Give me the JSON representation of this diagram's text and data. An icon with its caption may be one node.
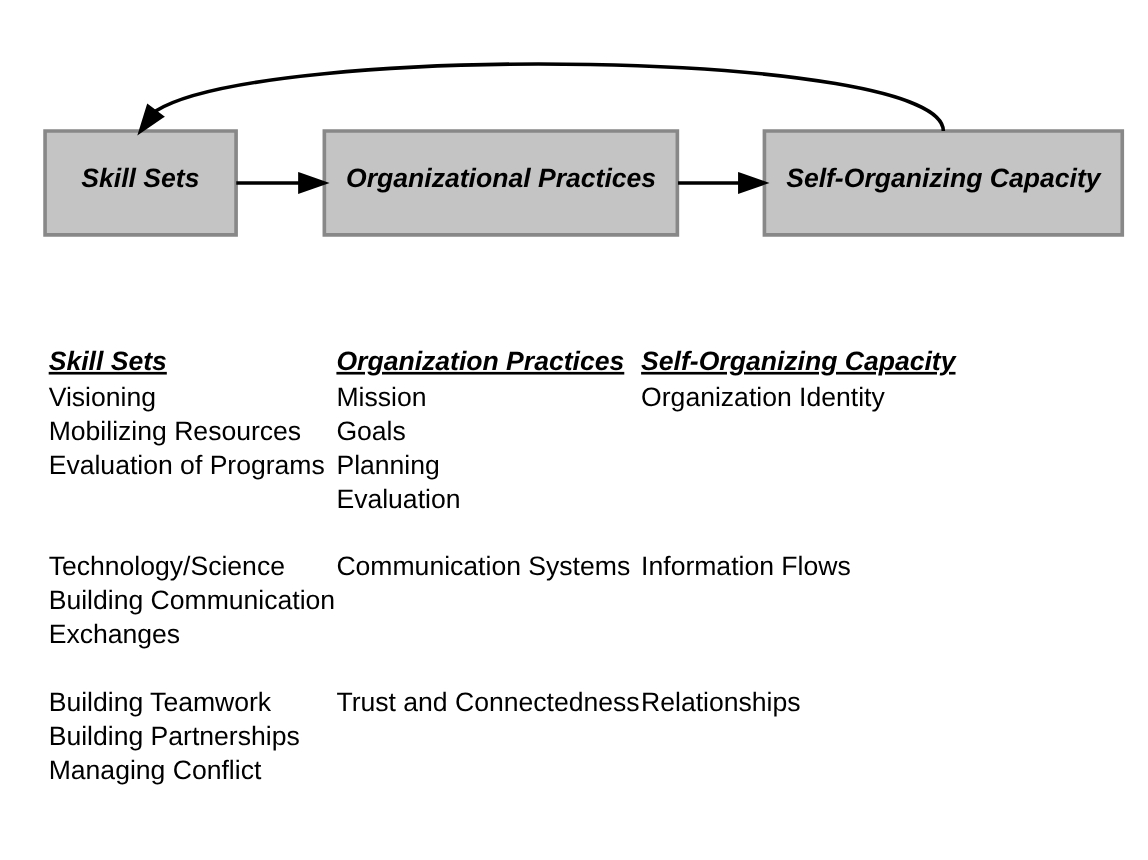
{
  "diagram": {
    "nodes": [
      {
        "text": [
          "Skill Sets"
        ]
      },
      {
        "text": [
          "Organizational Practices"
        ]
      },
      {
        "text": [
          "Self-Organizing Capacity"
        ]
      }
    ],
    "edges": [
      {
        "from": 0,
        "to": 1,
        "arrow": "to"
      },
      {
        "from": 1,
        "to": 2,
        "arrow": "to"
      },
      {
        "from": 2,
        "to": 0,
        "arrow": "to"
      }
    ],
    "labels": [
      "Skill Sets",
      "Organization Practices",
      "Self-Organizing Capacity",
      "Visioning",
      "Mission",
      "Organization Identity",
      "Mobilizing Resources",
      "Goals",
      "Evaluation of Programs",
      "Planning",
      "Evaluation",
      "Technology/Science",
      "Communication Systems",
      "Information Flows",
      "Building Communication",
      "Exchanges",
      "Building Teamwork",
      "Trust and Connectedness",
      "Relationships",
      "Building Partnerships",
      "Managing Conflict"
    ]
  }
}
